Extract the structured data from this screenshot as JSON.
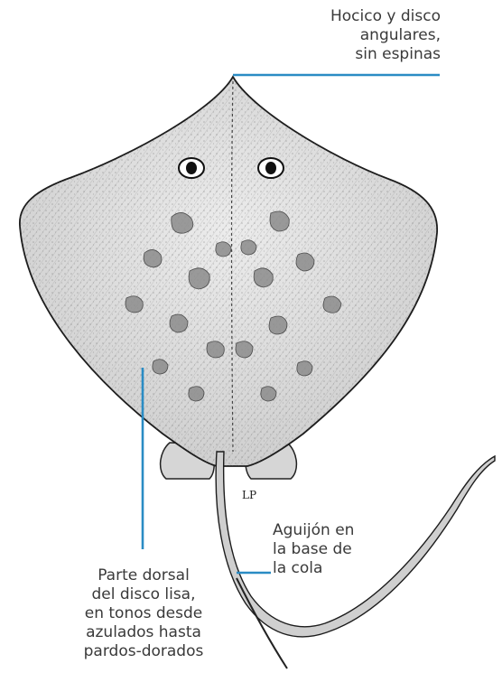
{
  "figure": {
    "illustration": "stingray-dorsal-view",
    "signature": "LP",
    "leader_color": "#2a8cc4",
    "text_color": "#3a3a3a"
  },
  "annotations": {
    "snout": {
      "lines": [
        "Hocico y disco",
        "angulares,",
        "sin espinas"
      ]
    },
    "dorsal": {
      "lines": [
        "Parte dorsal",
        "del disco lisa,",
        "en tonos desde",
        "azulados hasta",
        "pardos-dorados"
      ]
    },
    "sting": {
      "lines": [
        "Aguijón en",
        "la base de",
        "la cola"
      ]
    }
  }
}
